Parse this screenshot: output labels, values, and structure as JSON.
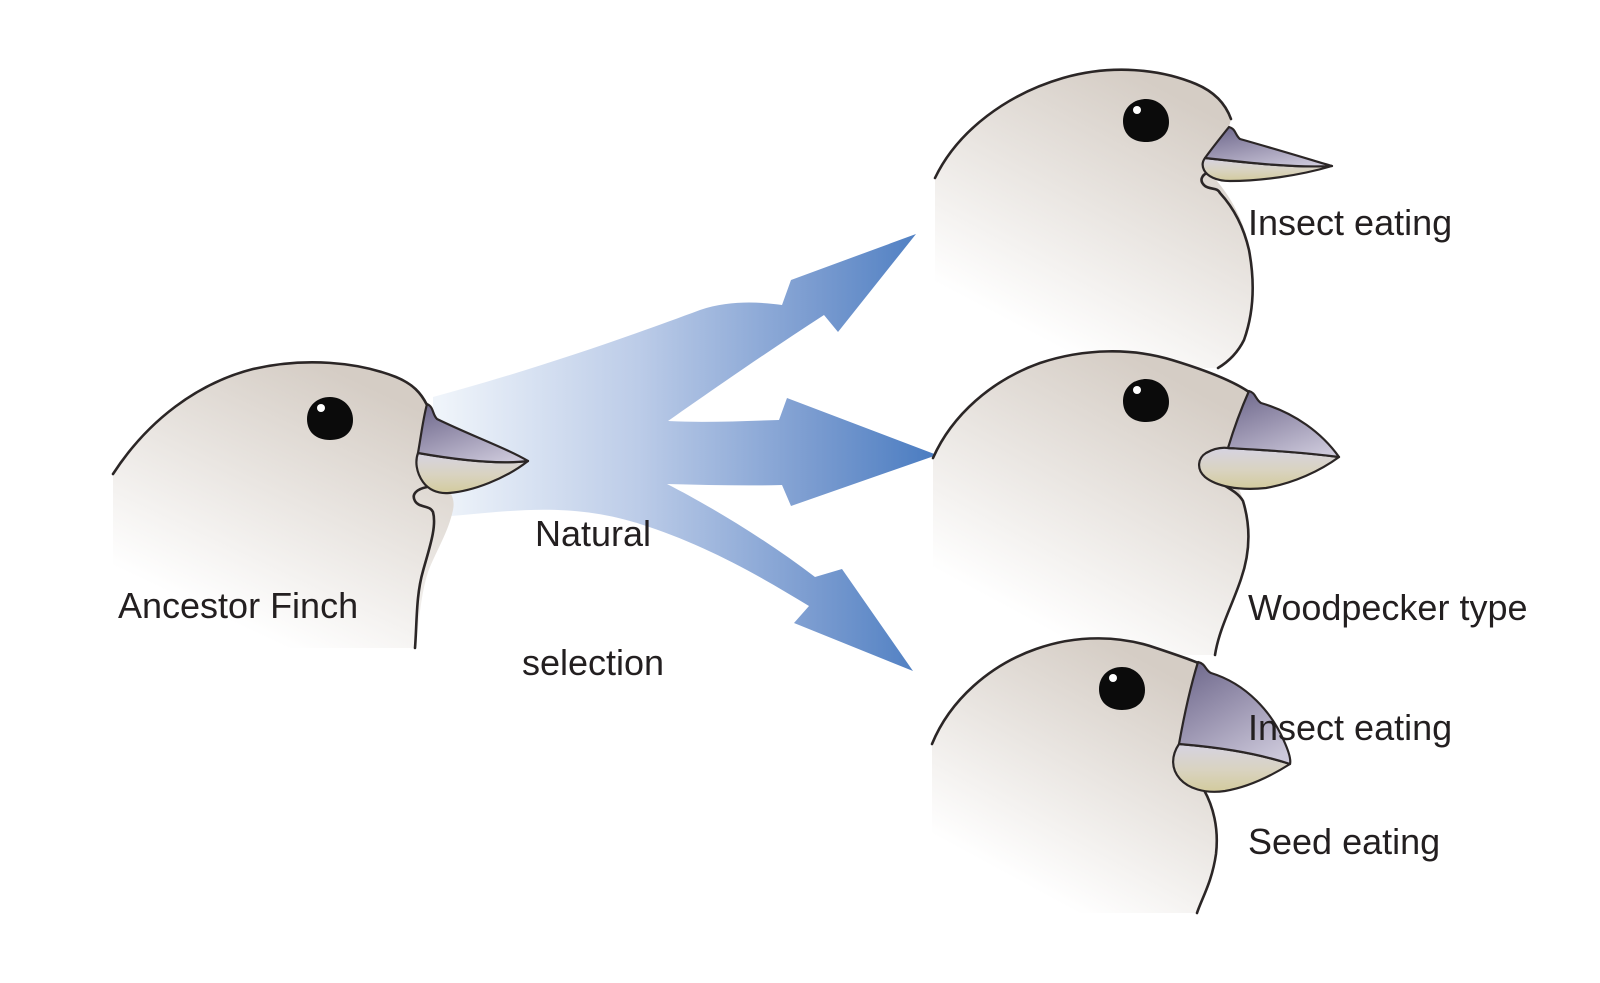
{
  "diagram": {
    "type": "adaptive-radiation-of-finches",
    "background_color": "#ffffff",
    "text_color": "#231f20",
    "outline_color": "#2b2626",
    "arrow_color_dark": "#4a7cc1",
    "arrow_color_light": "#eff4fa",
    "head_color": "#d5cdc5",
    "beak_upper_color": "#716b8e",
    "beak_lower_yellow": "#d3cb9d",
    "arrow_count": 3
  },
  "ancestor": {
    "label": "Ancestor Finch"
  },
  "process": {
    "label_line1": "Natural",
    "label_line2": "selection"
  },
  "descendants": [
    {
      "id": "insect-eating",
      "label_line1": "Insect eating",
      "label_line2": ""
    },
    {
      "id": "woodpecker-insect-eating",
      "label_line1": "Woodpecker type",
      "label_line2": "Insect eating"
    },
    {
      "id": "seed-eating",
      "label_line1": "Seed eating",
      "label_line2": ""
    }
  ]
}
